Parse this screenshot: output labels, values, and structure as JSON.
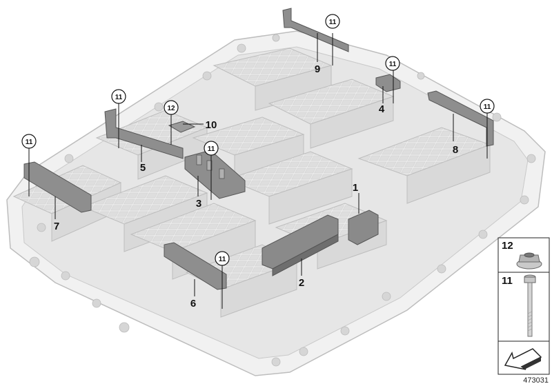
{
  "diagram": {
    "id_label": "473031",
    "callouts": [
      {
        "label": "1"
      },
      {
        "label": "2"
      },
      {
        "label": "3"
      },
      {
        "label": "4"
      },
      {
        "label": "5"
      },
      {
        "label": "6"
      },
      {
        "label": "7"
      },
      {
        "label": "8"
      },
      {
        "label": "9"
      },
      {
        "label": "10"
      }
    ],
    "circled_callouts": [
      {
        "label": "11"
      },
      {
        "label": "11"
      },
      {
        "label": "11"
      },
      {
        "label": "11"
      },
      {
        "label": "11"
      },
      {
        "label": "11"
      },
      {
        "label": "11"
      },
      {
        "label": "12"
      }
    ],
    "legend": [
      {
        "label": "12",
        "part": "flange-nut"
      },
      {
        "label": "11",
        "part": "bolt"
      }
    ]
  }
}
